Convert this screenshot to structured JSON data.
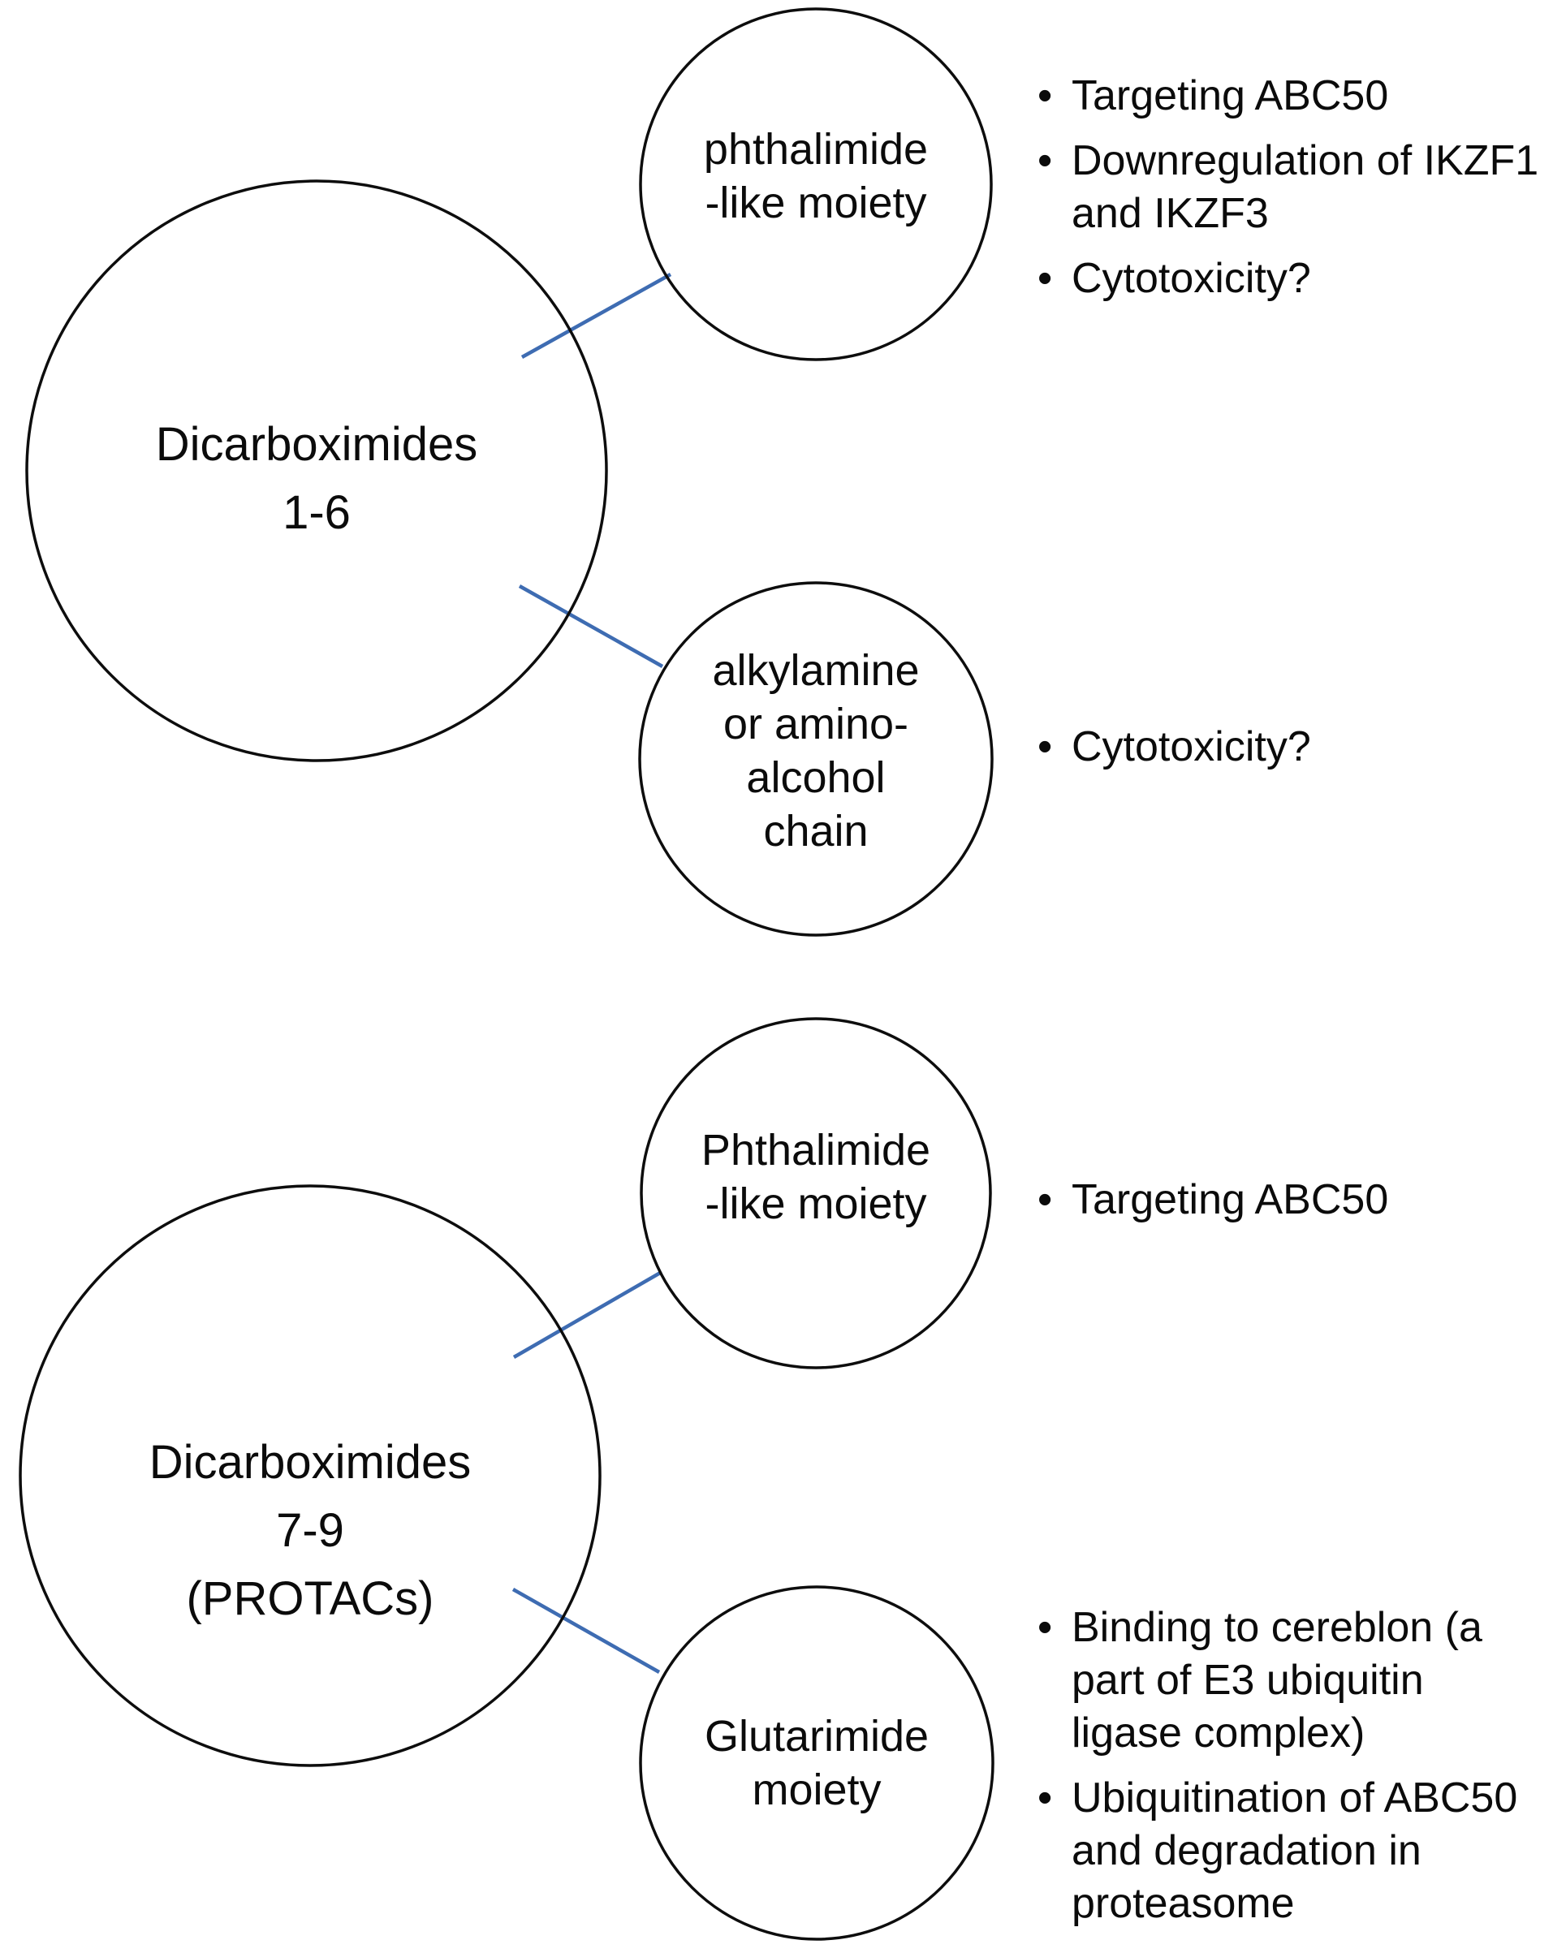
{
  "circles": {
    "dicarboximides_1_6": {
      "label": "Dicarboximides\n1-6"
    },
    "phthalimide_top": {
      "label": "phthalimide\n-like moiety"
    },
    "alkylamine": {
      "label": "alkylamine\nor amino-\nalcohol\nchain"
    },
    "dicarboximides_7_9": {
      "label": "Dicarboximides\n7-9\n(PROTACs)"
    },
    "phthalimide_bottom": {
      "label": "Phthalimide\n-like moiety"
    },
    "glutarimide": {
      "label": "Glutarimide\nmoiety"
    }
  },
  "bullets": {
    "marker": "•",
    "phthalimide_top": [
      "Targeting ABC50",
      "Downregulation of IKZF1\nand IKZF3",
      "Cytotoxicity?"
    ],
    "alkylamine": [
      "Cytotoxicity?"
    ],
    "phthalimide_bottom": [
      "Targeting ABC50"
    ],
    "glutarimide": [
      "Binding to cereblon (a\npart of E3 ubiquitin\nligase complex)",
      "Ubiquitination of ABC50\nand degradation in\nproteasome"
    ]
  },
  "colors": {
    "connector": "#3e6cb2",
    "circle_stroke": "#0d0d0d",
    "text": "#0b0b0b",
    "background": "#ffffff"
  }
}
